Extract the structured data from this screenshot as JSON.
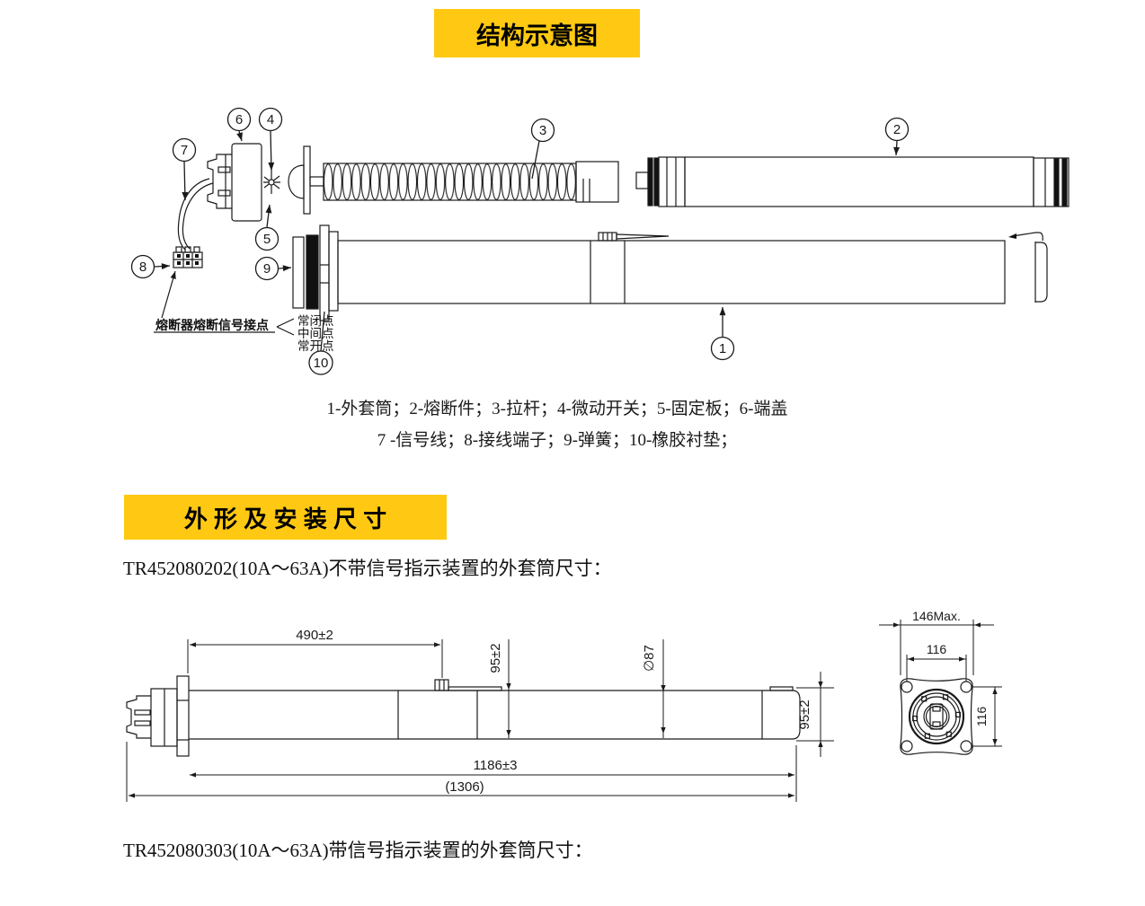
{
  "page": {
    "accent_yellow": "#ffc913",
    "line_color": "#1a1a1a"
  },
  "section1": {
    "title": "结构示意图"
  },
  "diagram": {
    "balloon_numbers": [
      "1",
      "2",
      "3",
      "4",
      "5",
      "6",
      "7",
      "8",
      "9",
      "10"
    ],
    "signal_label": "熔断器熔断信号接点",
    "contact_labels": [
      "常闭点",
      "中间点",
      "常开点"
    ],
    "caption_line1": "1-外套筒；2-熔断件；3-拉杆；4-微动开关；5-固定板；6-端盖",
    "caption_line2": "7 -信号线；8-接线端子；9-弹簧；10-橡胶衬垫；"
  },
  "section2": {
    "title": "外 形 及 安 装 尺 寸",
    "drawing1_intro": "TR452080202(10A～63A)不带信号指示装置的外套筒尺寸：",
    "drawing2_intro": "TR452080303(10A～63A)带信号指示装置的外套筒尺寸："
  },
  "drawing1": {
    "dims": {
      "length_partial": "490±2",
      "height_left": "95±2",
      "diameter": "∅87",
      "height_right": "95±2",
      "length_main": "1186±3",
      "length_overall": "(1306)"
    },
    "end_view": {
      "width_max": "146Max.",
      "hole_spacing_h": "116",
      "hole_spacing_v": "116"
    }
  }
}
